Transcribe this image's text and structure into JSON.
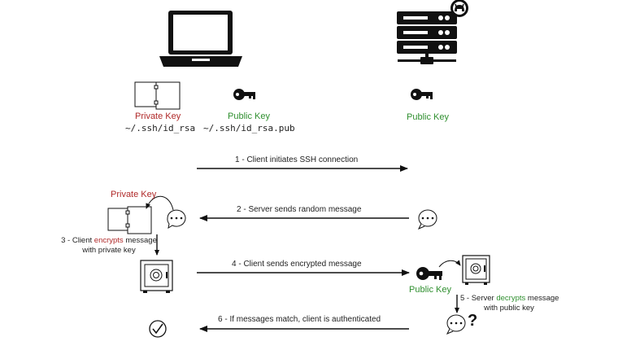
{
  "client": {
    "private_key_label": "Private Key",
    "private_key_path": "~/.ssh/id_rsa",
    "public_key_label": "Public Key",
    "public_key_path": "~/.ssh/id_rsa.pub"
  },
  "server": {
    "public_key_label": "Public Key"
  },
  "steps": {
    "s1": "1 - Client initiates SSH connection",
    "s2": "2 - Server sends random message",
    "s3_prefix": "3 - Client ",
    "s3_highlight": "encrypts",
    "s3_suffix": " message",
    "s3_line2": "with private key",
    "s4": "4 - Client sends encrypted message",
    "s5_prefix": "5 - Server ",
    "s5_highlight": "decrypts",
    "s5_suffix": " message",
    "s5_line2": "with public key",
    "s6": "6 - If messages match, client is authenticated"
  },
  "flow": {
    "private_key_label": "Private Key",
    "public_key_label": "Public Key",
    "question_mark": "?",
    "message_dots": "ooo"
  },
  "colors": {
    "private": "#b02a2a",
    "public": "#2f8f2f"
  },
  "icons": [
    "laptop-icon",
    "server-icon",
    "github-icon",
    "key-icon",
    "document-icon",
    "speech-bubble-icon",
    "safe-icon",
    "checkmark-icon"
  ]
}
